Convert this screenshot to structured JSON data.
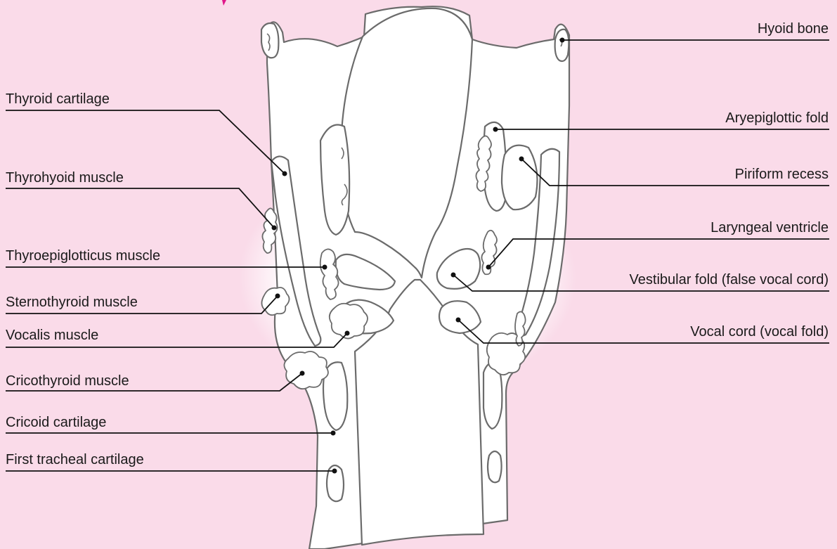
{
  "colors": {
    "background": "#fadbe9",
    "glow": "#ffffff",
    "tissue_fill": "#ffffff",
    "outline": "#6b6b6b",
    "leader": "#111111",
    "accent": "#e0168a"
  },
  "labels_left": [
    {
      "id": "thyroid-cartilage",
      "text": "Thyroid cartilage"
    },
    {
      "id": "thyrohyoid-muscle",
      "text": "Thyrohyoid muscle"
    },
    {
      "id": "thyroepiglotticus-muscle",
      "text": "Thyroepiglotticus muscle"
    },
    {
      "id": "sternothyroid-muscle",
      "text": "Sternothyroid muscle"
    },
    {
      "id": "vocalis-muscle",
      "text": "Vocalis muscle"
    },
    {
      "id": "cricothyroid-muscle",
      "text": "Cricothyroid muscle"
    },
    {
      "id": "cricoid-cartilage",
      "text": "Cricoid cartilage"
    },
    {
      "id": "first-tracheal-cartilage",
      "text": "First tracheal cartilage"
    }
  ],
  "labels_right": [
    {
      "id": "hyoid-bone",
      "text": "Hyoid bone"
    },
    {
      "id": "aryepiglottic-fold",
      "text": "Aryepiglottic fold"
    },
    {
      "id": "piriform-recess",
      "text": "Piriform recess"
    },
    {
      "id": "laryngeal-ventricle",
      "text": "Laryngeal ventricle"
    },
    {
      "id": "vestibular-fold",
      "text": "Vestibular fold (false vocal cord)"
    },
    {
      "id": "vocal-cord",
      "text": "Vocal cord (vocal fold)"
    }
  ]
}
